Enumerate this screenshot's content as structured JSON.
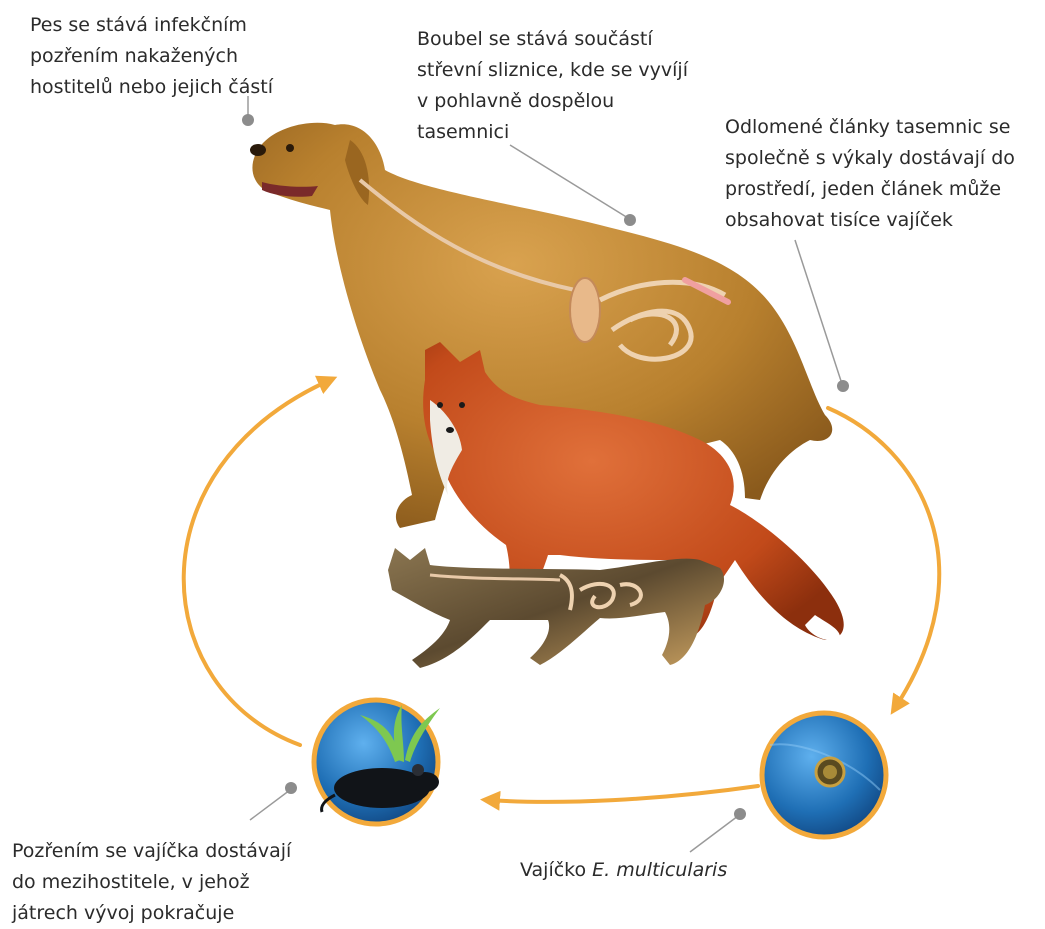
{
  "labels": {
    "dog_infection": [
      "Pes se stává infekčním",
      "pozřením nakažených",
      "hostitelů nebo jejich částí"
    ],
    "cyst_intestine": [
      "Boubel se stává součástí",
      "střevní sliznice, kde se vyvíjí",
      "v pohlavně dospělou",
      "tasemnici"
    ],
    "segments_feces": [
      "Odlomené články tasemnic se",
      "společně s výkaly dostávají do",
      "prostředí, jeden článek může",
      "obsahovat tisíce vajíček"
    ],
    "intermediate_host": [
      "Pozřením se vajíčka dostávají",
      "do mezihostitele, v jehož",
      "játrech vývoj pokračuje"
    ],
    "egg_prefix": "Vajíčko ",
    "egg_species": "E. multicularis"
  },
  "colors": {
    "arrow": "#f2a93b",
    "leader_line": "#9a9a9a",
    "leader_dot": "#8c8c8c",
    "dog_fur": "#b8802e",
    "fox_fur": "#c24a1a",
    "cat_fur": "#6b5a3e",
    "circle_blue": "#1f6fb5",
    "circle_ring": "#f2a93b"
  },
  "icons": [
    "dog-illustration",
    "fox-illustration",
    "cat-illustration",
    "mouse-icon",
    "plant-icon",
    "egg-icon"
  ]
}
